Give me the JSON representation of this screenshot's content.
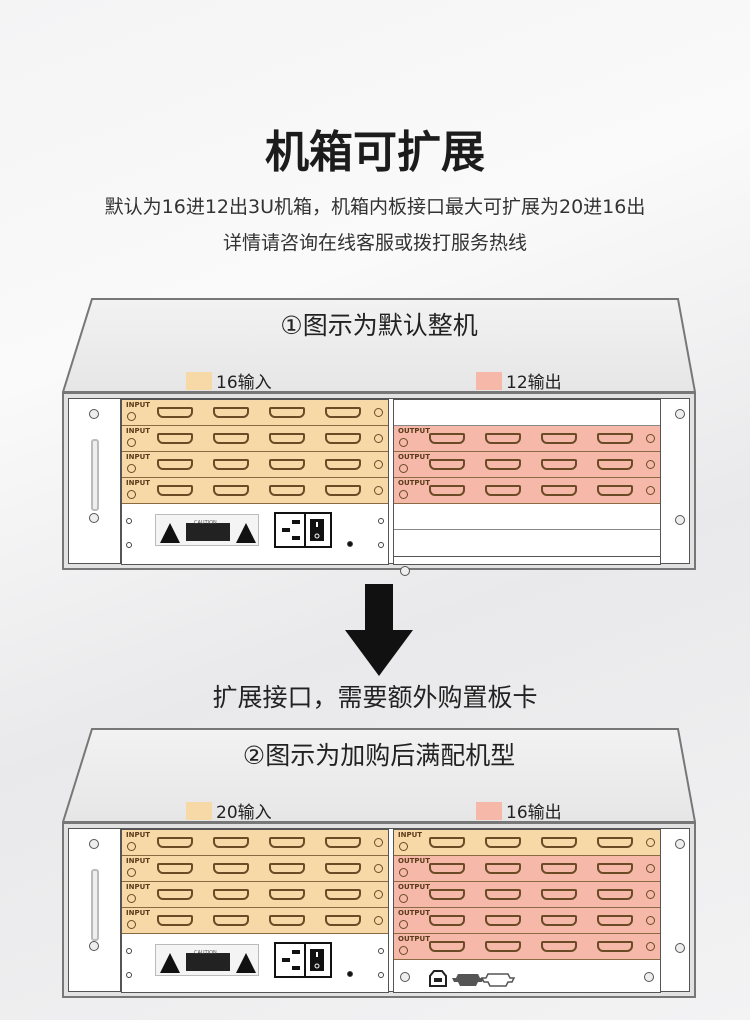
{
  "header": {
    "title": "机箱可扩展",
    "line1": "默认为16进12出3U机箱，机箱内板接口最大可扩展为20进16出",
    "line2": "详情请咨询在线客服或拨打服务热线"
  },
  "middle_text": "扩展接口，需要额外购置板卡",
  "colors": {
    "input": "#f7d9a8",
    "output": "#f6b8a8"
  },
  "chassis": [
    {
      "title": "①图示为默认整机",
      "input_legend": "16输入",
      "output_legend": "12输出",
      "left_cards": [
        "INPUT",
        "INPUT",
        "INPUT",
        "INPUT"
      ],
      "right_cards": [
        "",
        "OUTPUT",
        "OUTPUT",
        "OUTPUT",
        ""
      ],
      "caution": "CAUTION"
    },
    {
      "title": "②图示为加购后满配机型",
      "input_legend": "20输入",
      "output_legend": "16输出",
      "left_cards": [
        "INPUT",
        "INPUT",
        "INPUT",
        "INPUT"
      ],
      "right_cards": [
        "INPUT",
        "OUTPUT",
        "OUTPUT",
        "OUTPUT",
        "OUTPUT"
      ],
      "caution": "CAUTION"
    }
  ]
}
